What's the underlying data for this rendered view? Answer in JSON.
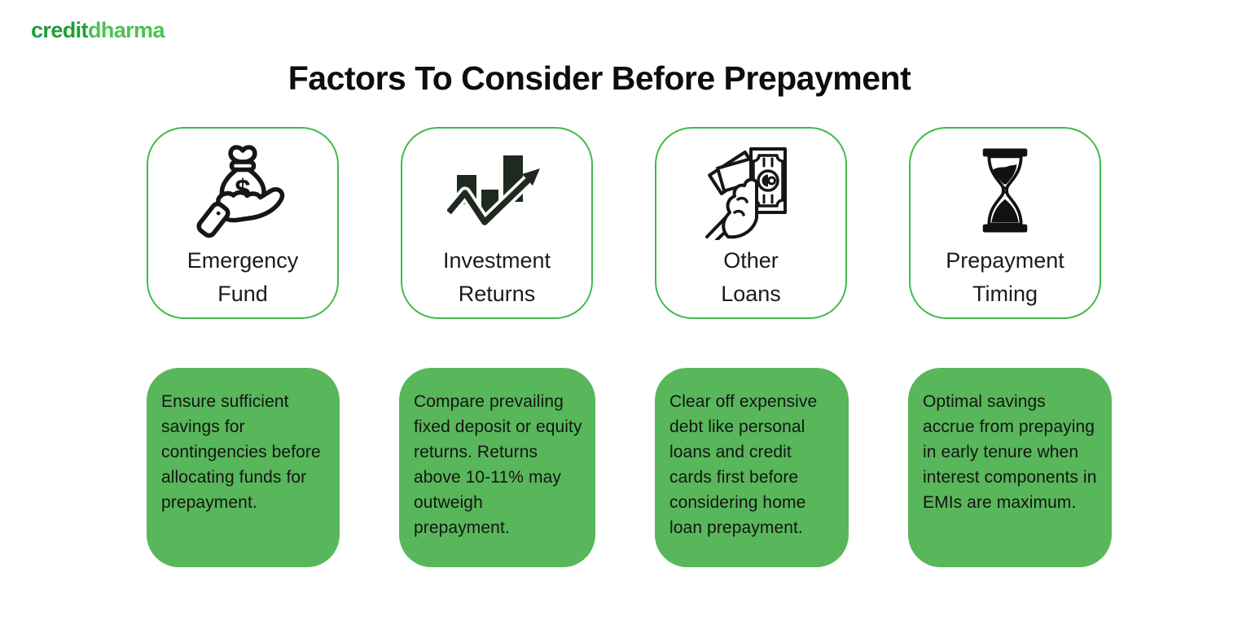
{
  "brand": {
    "logo_part1": "credit",
    "logo_part2": "dharma"
  },
  "title": "Factors To Consider Before Prepayment",
  "colors": {
    "brand_green_dark": "#1e9e38",
    "brand_green_light": "#4cc353",
    "card_border_green": "#3cbc4c",
    "description_box_green": "#58b75a",
    "icon_ink": "#161616",
    "bar_chart_ink": "#1e2a20",
    "text_black": "#0d0d0d"
  },
  "factors": [
    {
      "icon": "money-bag-in-hand-icon",
      "currency_symbol": "$",
      "label_line1": "Emergency",
      "label_line2": "Fund",
      "description": "Ensure sufficient savings for contingencies before allocating funds for prepayment."
    },
    {
      "icon": "growth-chart-arrow-icon",
      "label_line1": "Investment",
      "label_line2": "Returns",
      "description": "Compare prevailing fixed deposit or equity returns. Returns above 10-11% may outweigh prepayment."
    },
    {
      "icon": "cash-in-hand-icon",
      "label_line1": "Other",
      "label_line2": "Loans",
      "description": "Clear off expensive debt like personal loans and credit cards first before considering home loan prepayment."
    },
    {
      "icon": "hourglass-icon",
      "label_line1": "Prepayment",
      "label_line2": "Timing",
      "description": "Optimal savings accrue from prepaying in early tenure when interest components in EMIs are maximum."
    }
  ]
}
